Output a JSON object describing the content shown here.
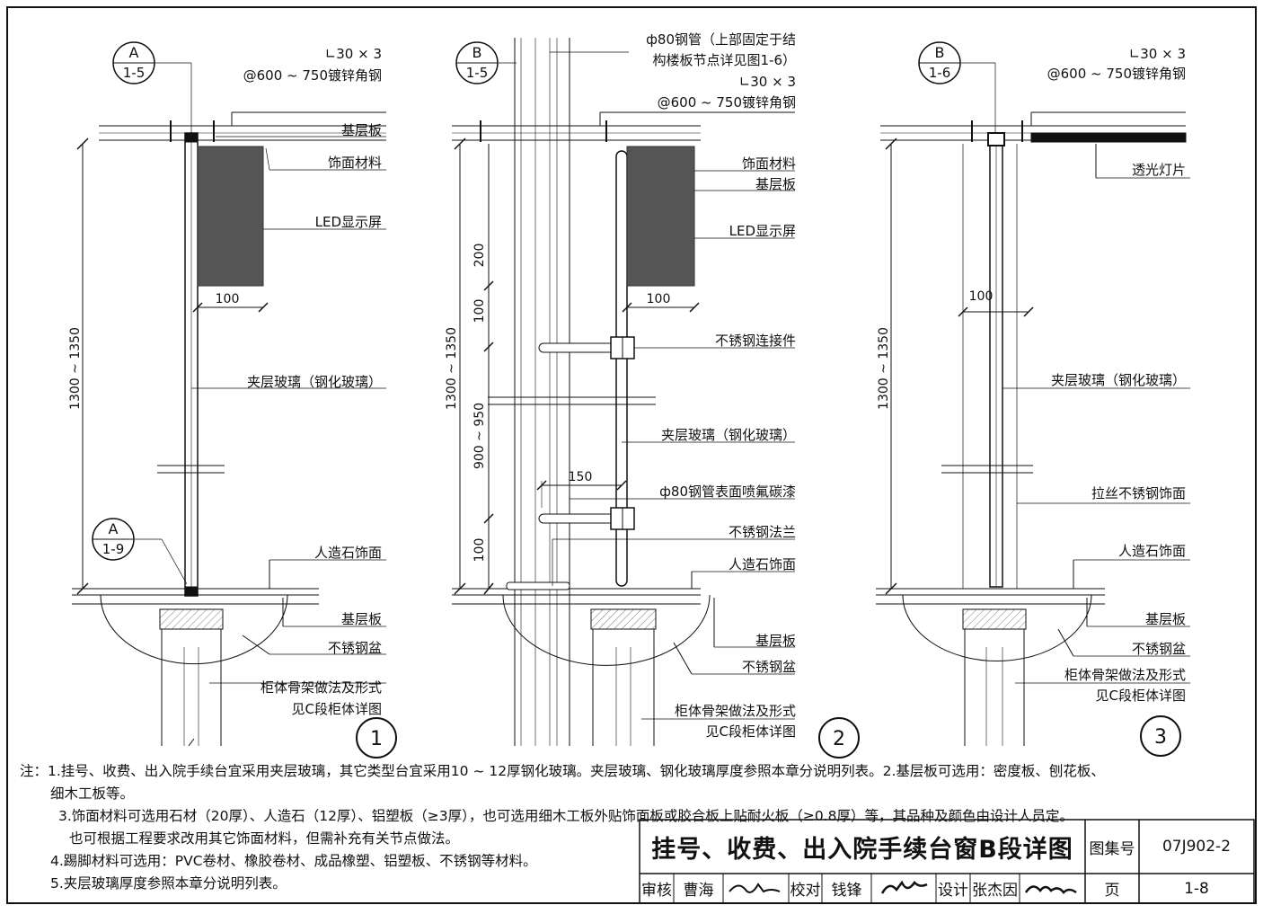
{
  "details": [
    {
      "number": "1",
      "callouts": [
        {
          "top": "A",
          "bottom": "1-5"
        },
        {
          "top": "A",
          "bottom": "1-9"
        }
      ],
      "labels": {
        "angle_steel_1": "∟30 × 3",
        "angle_steel_2": "@600 ~ 750镀锌角钢",
        "base_board_top": "基层板",
        "finish_material": "饰面材料",
        "led_screen": "LED显示屏",
        "dim_100": "100",
        "laminated_glass": "夹层玻璃（钢化玻璃）",
        "artificial_stone": "人造石饰面",
        "base_board_bottom": "基层板",
        "stainless_basin": "不锈钢盆",
        "cabinet_frame_1": "柜体骨架做法及形式",
        "cabinet_frame_2": "见C段柜体详图",
        "dim_height": "1300 ~ 1350"
      }
    },
    {
      "number": "2",
      "callouts": [
        {
          "top": "B",
          "bottom": "1-5"
        }
      ],
      "labels": {
        "pipe_1": "ф80钢管（上部固定于结",
        "pipe_2": "构楼板节点详见图1-6）",
        "angle_steel_1": "∟30 × 3",
        "angle_steel_2": "@600 ~ 750镀锌角钢",
        "finish_material": "饰面材料",
        "base_board_top": "基层板",
        "led_screen": "LED显示屏",
        "dim_100": "100",
        "connector": "不锈钢连接件",
        "laminated_glass": "夹层玻璃（钢化玻璃）",
        "dim_150": "150",
        "pipe_paint": "ф80钢管表面喷氟碳漆",
        "flange": "不锈钢法兰",
        "artificial_stone": "人造石饰面",
        "base_board_bottom": "基层板",
        "stainless_basin": "不锈钢盆",
        "cabinet_frame_1": "柜体骨架做法及形式",
        "cabinet_frame_2": "见C段柜体详图",
        "dim_200": "200",
        "dim_100a": "100",
        "dim_900": "900 ~ 950",
        "dim_100b": "100",
        "dim_height": "1300 ~ 1350"
      }
    },
    {
      "number": "3",
      "callouts": [
        {
          "top": "B",
          "bottom": "1-6"
        }
      ],
      "labels": {
        "angle_steel_1": "∟30 × 3",
        "angle_steel_2": "@600 ~ 750镀锌角钢",
        "light_panel": "透光灯片",
        "dim_100": "100",
        "laminated_glass": "夹层玻璃（钢化玻璃）",
        "brushed_steel": "拉丝不锈钢饰面",
        "artificial_stone": "人造石饰面",
        "base_board_bottom": "基层板",
        "stainless_basin": "不锈钢盆",
        "cabinet_frame_1": "柜体骨架做法及形式",
        "cabinet_frame_2": "见C段柜体详图",
        "dim_height": "1300 ~ 1350"
      }
    }
  ],
  "notes": {
    "line1": "注：1.挂号、收费、出入院手续台宜采用夹层玻璃，其它类型台宜采用10 ~ 12厚钢化玻璃。夹层玻璃、钢化玻璃厚度参照本章分说明列表。2.基层板可选用：密度板、刨花板、",
    "line2": "细木工板等。",
    "line3": "3.饰面材料可选用石材（20厚）、人造石（12厚）、铝塑板（≥3厚），也可选用细木工板外贴饰面板或胶合板上贴耐火板（≥0.8厚）等，其品种及颜色由设计人员定。",
    "line4": "也可根据工程要求改用其它饰面材料，但需补充有关节点做法。",
    "line5": "4.踢脚材料可选用：PVC卷材、橡胶卷材、成品橡塑、铝塑板、不锈钢等材料。",
    "line6": "5.夹层玻璃厚度参照本章分说明列表。"
  },
  "title_block": {
    "title": "挂号、收费、出入院手续台窗B段详图",
    "atlas_label": "图集号",
    "atlas_no": "07J902-2",
    "review_label": "审核",
    "reviewer": "曹海",
    "check_label": "校对",
    "checker": "钱锋",
    "design_label": "设计",
    "designer": "张杰因",
    "page_label": "页",
    "page_no": "1-8"
  }
}
